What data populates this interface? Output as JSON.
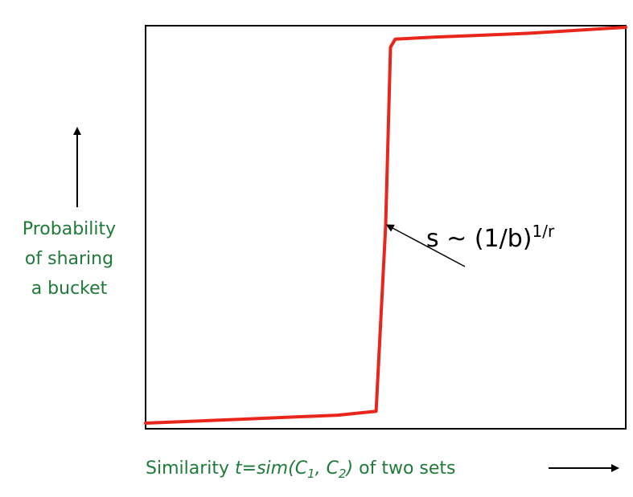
{
  "chart_data": {
    "type": "line",
    "title": "",
    "ylabel_lines": [
      "Probability",
      "of sharing",
      "a bucket"
    ],
    "xlabel": {
      "prefix": "Similarity ",
      "t": "t",
      "eq": "=",
      "sim": "sim",
      "open": "(",
      "c1": "C",
      "sub1": "1",
      "comma": ", ",
      "c2": "C",
      "sub2": "2",
      "close": ")",
      "suffix": " of two sets"
    },
    "annotation": {
      "base": "s ~ (1/b)",
      "sup": "1/r",
      "points_to": {
        "x": 0.5,
        "y": 0.5
      }
    },
    "xlim": [
      0,
      1
    ],
    "ylim": [
      0,
      1
    ],
    "grid": false,
    "series": [
      {
        "color": "#e8261c",
        "x": [
          0,
          0.2,
          0.4,
          0.48,
          0.5,
          0.51,
          0.52,
          0.6,
          0.8,
          1
        ],
        "y": [
          0.0,
          0.01,
          0.02,
          0.03,
          0.5,
          0.95,
          0.97,
          0.975,
          0.985,
          1.0
        ]
      }
    ]
  }
}
